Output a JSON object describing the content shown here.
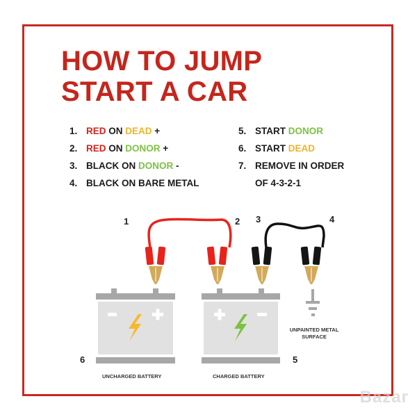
{
  "title_line1": "HOW TO JUMP",
  "title_line2": "START A CAR",
  "steps": [
    {
      "num": "1.",
      "parts": [
        "RED",
        " ON ",
        "DEAD",
        " +"
      ]
    },
    {
      "num": "2.",
      "parts": [
        "RED",
        " ON ",
        "DONOR",
        " +"
      ]
    },
    {
      "num": "3.",
      "parts": [
        "BLACK ON ",
        "DONOR",
        " -"
      ]
    },
    {
      "num": "4.",
      "parts": [
        "BLACK ON BARE METAL"
      ]
    },
    {
      "num": "5.",
      "parts": [
        "START ",
        "DONOR"
      ]
    },
    {
      "num": "6.",
      "parts": [
        "START ",
        "DEAD"
      ]
    },
    {
      "num": "7.",
      "parts": [
        "REMOVE IN ORDER"
      ]
    },
    {
      "num": "",
      "parts": [
        "OF 4-3-2-1"
      ]
    }
  ],
  "diagram": {
    "clamp_numbers": [
      "1",
      "2",
      "3",
      "4"
    ],
    "battery_numbers": [
      "6",
      "5"
    ],
    "uncharged_label": "UNCHARGED BATTERY",
    "charged_label": "CHARGED BATTERY",
    "ground_label_1": "UNPAINTED METAL",
    "ground_label_2": "SURFACE",
    "minus": "−",
    "plus": "+"
  },
  "colors": {
    "red": "#d2231d",
    "dead": "#ecb42a",
    "donor": "#7cc242",
    "frame": "#c9281f"
  },
  "watermark": "Bazar"
}
